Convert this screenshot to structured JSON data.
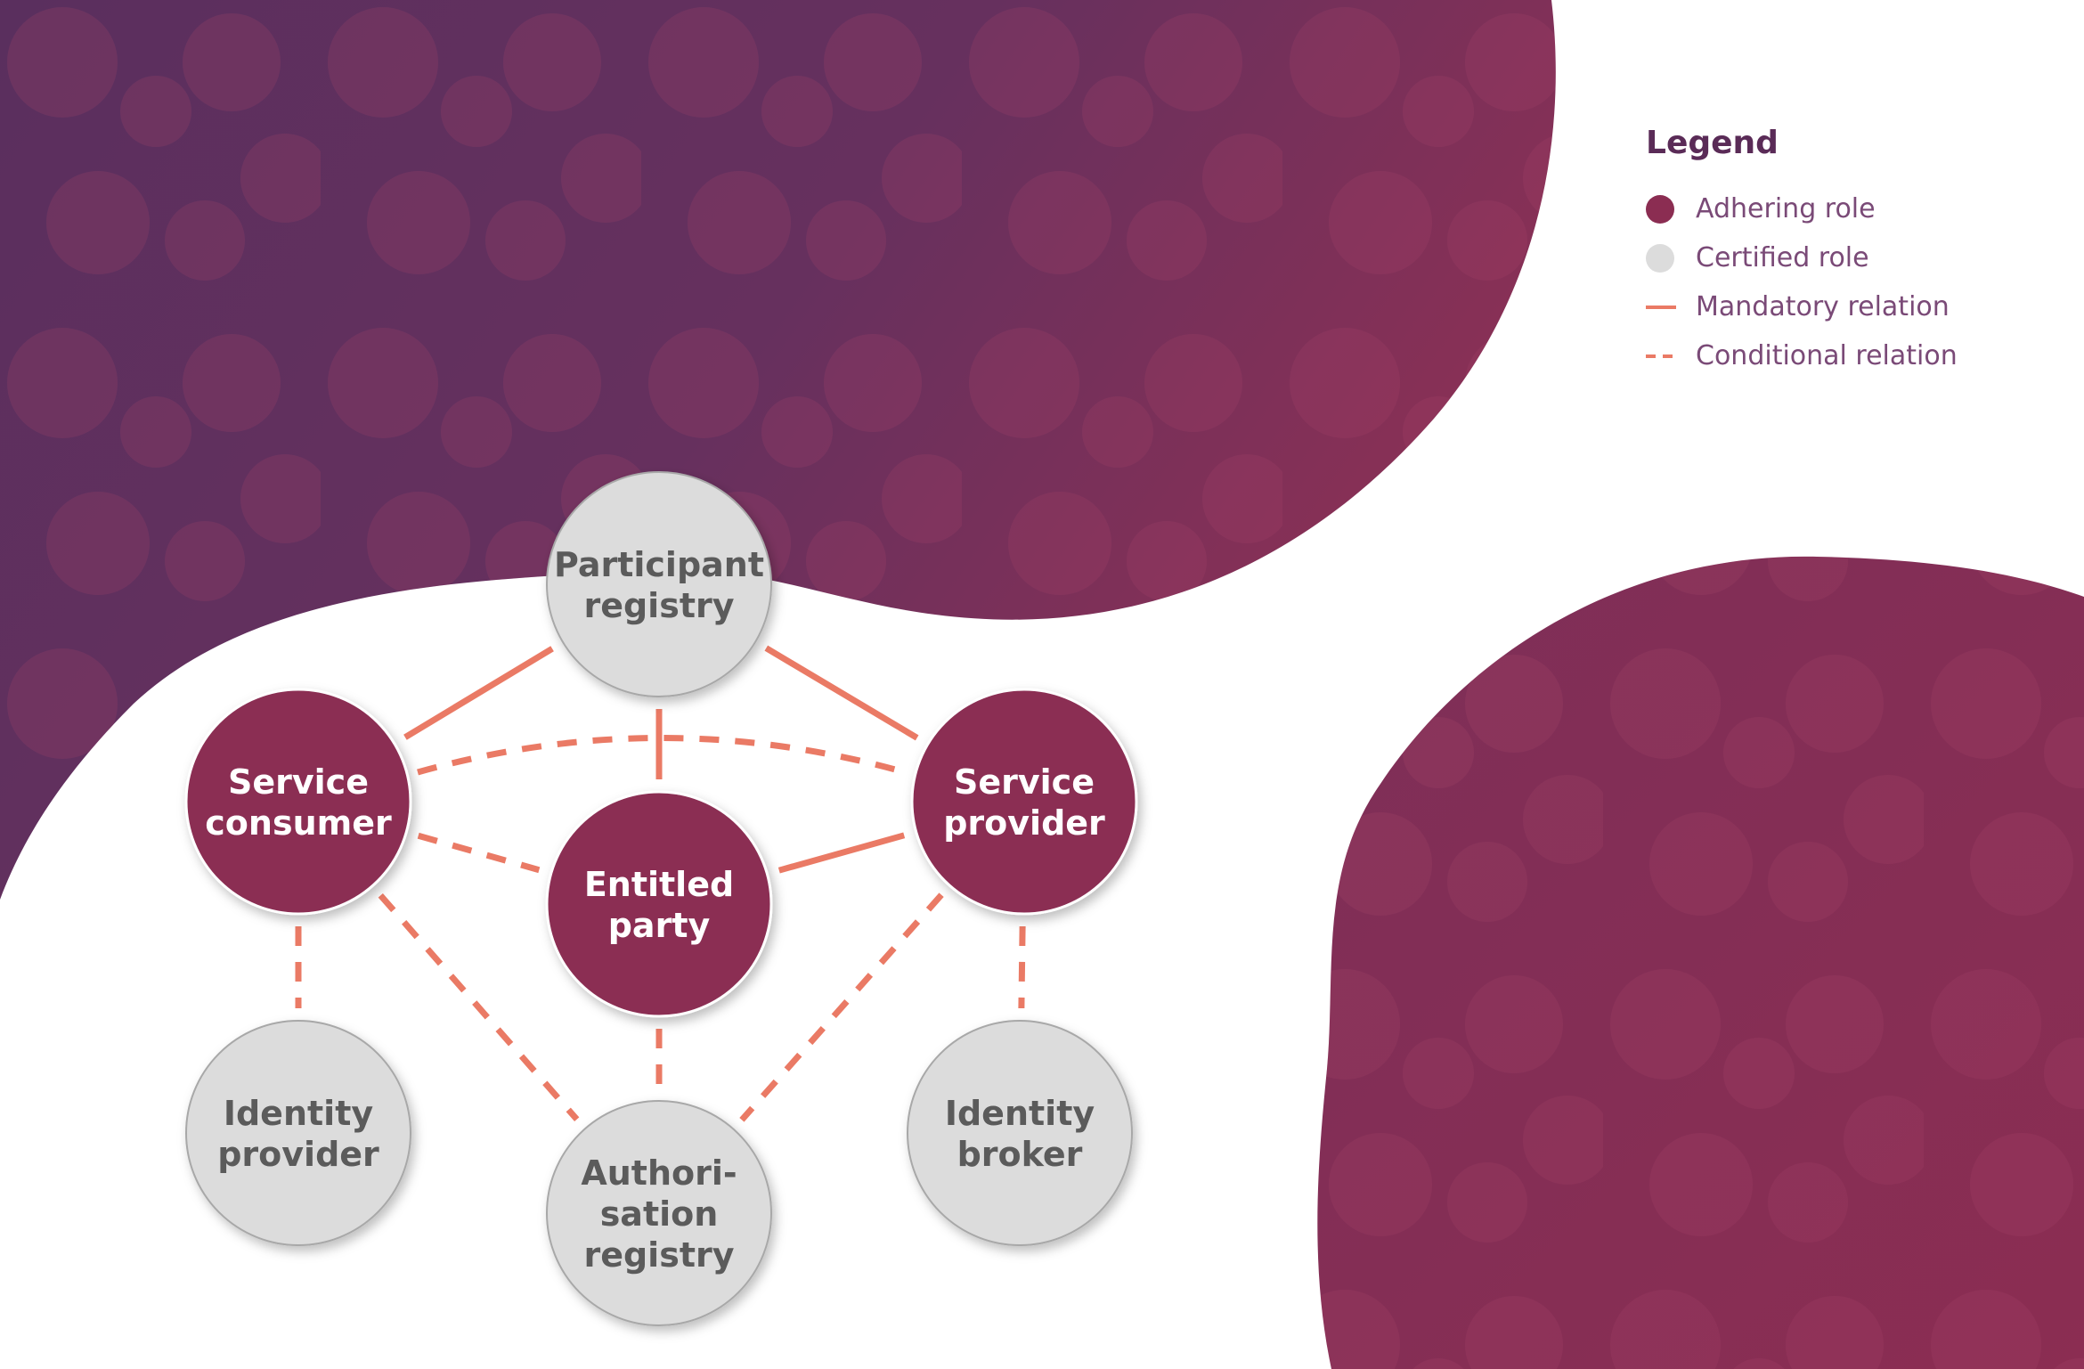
{
  "colors": {
    "background_dark_start": "#5a2f5e",
    "background_dark_end": "#8b3055",
    "adhering_fill": "#8b2d52",
    "certified_fill": "#dcdcdc",
    "certified_stroke": "#a8a8a8",
    "relation": "#ea7a65",
    "adhering_text": "#ffffff",
    "certified_text": "#5b5b5b",
    "legend_title": "#5a2b57",
    "legend_text": "#7a4a77"
  },
  "legend": {
    "title": "Legend",
    "items": [
      {
        "symbol": "adhering-dot",
        "label": "Adhering role"
      },
      {
        "symbol": "certified-dot",
        "label": "Certified role"
      },
      {
        "symbol": "solid-line",
        "label": "Mandatory relation"
      },
      {
        "symbol": "dashed-line",
        "label": "Conditional relation"
      }
    ]
  },
  "roles": [
    {
      "id": "participant-registry",
      "type": "certified",
      "label_lines": [
        "Participant",
        "registry"
      ]
    },
    {
      "id": "service-consumer",
      "type": "adhering",
      "label_lines": [
        "Service",
        "consumer"
      ]
    },
    {
      "id": "service-provider",
      "type": "adhering",
      "label_lines": [
        "Service",
        "provider"
      ]
    },
    {
      "id": "entitled-party",
      "type": "adhering",
      "label_lines": [
        "Entitled",
        "party"
      ]
    },
    {
      "id": "identity-provider",
      "type": "certified",
      "label_lines": [
        "Identity",
        "provider"
      ]
    },
    {
      "id": "authorisation-registry",
      "type": "certified",
      "label_lines": [
        "Authori-",
        "sation",
        "registry"
      ]
    },
    {
      "id": "identity-broker",
      "type": "certified",
      "label_lines": [
        "Identity",
        "broker"
      ]
    }
  ],
  "relations": [
    {
      "from": "participant-registry",
      "to": "service-consumer",
      "kind": "mandatory"
    },
    {
      "from": "participant-registry",
      "to": "service-provider",
      "kind": "mandatory"
    },
    {
      "from": "participant-registry",
      "to": "entitled-party",
      "kind": "mandatory"
    },
    {
      "from": "entitled-party",
      "to": "service-provider",
      "kind": "mandatory"
    },
    {
      "from": "service-consumer",
      "to": "service-provider",
      "kind": "conditional"
    },
    {
      "from": "service-consumer",
      "to": "entitled-party",
      "kind": "conditional"
    },
    {
      "from": "service-consumer",
      "to": "identity-provider",
      "kind": "conditional"
    },
    {
      "from": "service-consumer",
      "to": "authorisation-registry",
      "kind": "conditional"
    },
    {
      "from": "service-provider",
      "to": "authorisation-registry",
      "kind": "conditional"
    },
    {
      "from": "service-provider",
      "to": "identity-broker",
      "kind": "conditional"
    },
    {
      "from": "entitled-party",
      "to": "authorisation-registry",
      "kind": "conditional"
    }
  ]
}
